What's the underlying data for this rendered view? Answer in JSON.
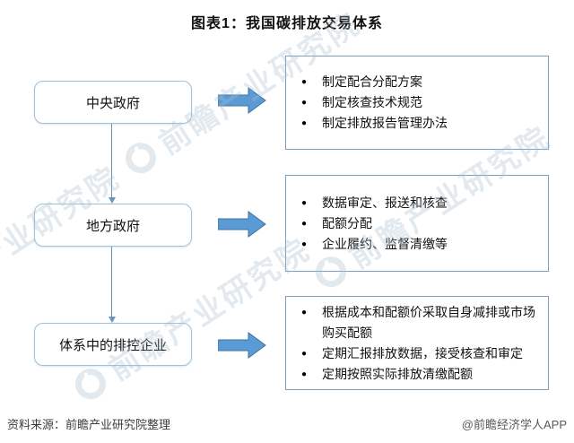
{
  "title": "图表1：我国碳排放交易体系",
  "diagram": {
    "rows": [
      {
        "actor": "中央政府",
        "items": [
          "制定配合分配方案",
          "制定核查技术规范",
          "制定排放报告管理办法"
        ]
      },
      {
        "actor": "地方政府",
        "items": [
          "数据审定、报送和核查",
          "配额分配",
          "企业履约、监督清缴等"
        ]
      },
      {
        "actor": "体系中的排控企业",
        "items": [
          "根据成本和配额价采取自身减排或市场购买配额",
          "定期汇报排放数据，接受核查和审定",
          "定期按照实际排放清缴配额"
        ]
      }
    ]
  },
  "watermark": {
    "text": "前瞻产业研究院"
  },
  "footer": {
    "source": "资料来源：前瞻产业研究院整理",
    "credit": "@前瞻经济学人APP"
  },
  "colors": {
    "arrow_fill": "#5b9bd5",
    "arrow_border": "#41719c",
    "actor_box_border": "#9cc3dc",
    "panel_border": "#7f9fbf",
    "connector": "#6d93b5",
    "watermark": "#a9c0cf"
  }
}
